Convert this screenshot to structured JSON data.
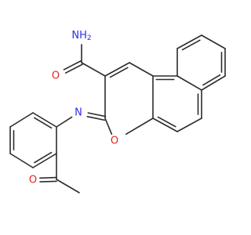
{
  "molecule": {
    "atoms": {
      "amide_n": {
        "text": "NH2",
        "color": "#2d2df0"
      },
      "amide_o": {
        "text": "O",
        "color": "#e8231e"
      },
      "ring_o": {
        "text": "O",
        "color": "#e8231e"
      },
      "imine_n": {
        "text": "N",
        "color": "#2d2df0"
      },
      "acetyl_o": {
        "text": "O",
        "color": "#e8231e"
      }
    },
    "bond_color": "#2b2b2b"
  }
}
